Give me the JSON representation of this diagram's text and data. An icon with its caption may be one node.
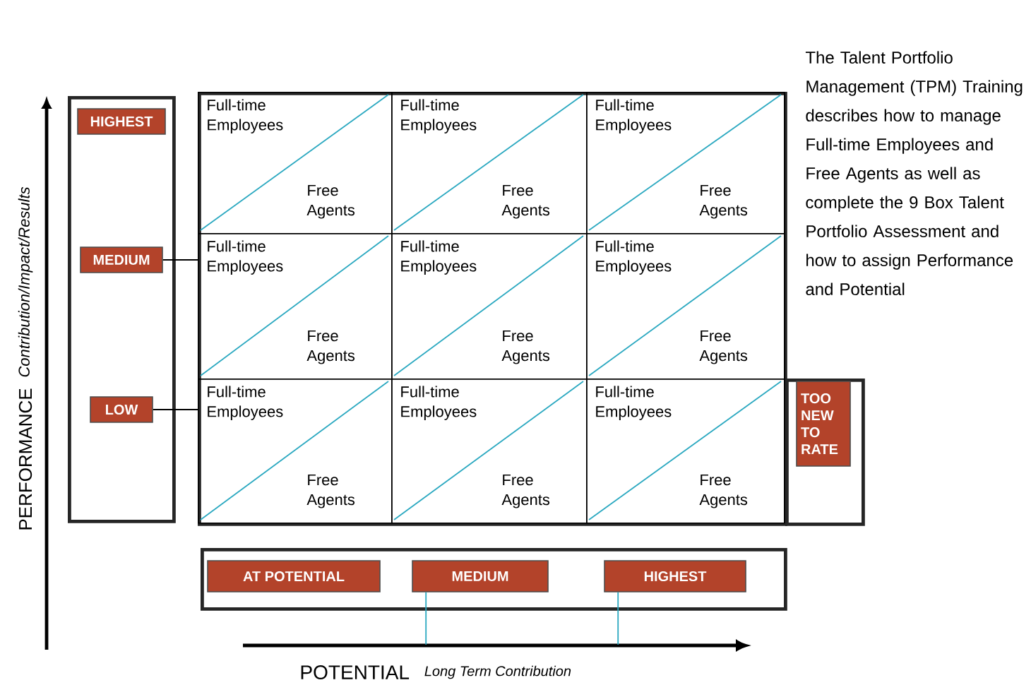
{
  "diagram": {
    "nodes": [
      {
        "text": [],
        "shape": "box"
      },
      {
        "text": [
          "HIGHEST"
        ],
        "in": 0
      },
      {
        "text": [
          "MEDIUM"
        ],
        "in": 0
      },
      {
        "text": [
          "LOW"
        ],
        "in": 0
      },
      {
        "text": [],
        "shape": "box"
      },
      {
        "text": [
          "Full-time Employees",
          "Free Agents"
        ],
        "in": 4
      },
      {
        "text": [
          "Full-time Employees",
          "Free Agents"
        ],
        "in": 4
      },
      {
        "text": [
          "Full-time Employees",
          "Free Agents"
        ],
        "in": 4
      },
      {
        "text": [
          "Full-time Employees",
          "Free Agents"
        ],
        "in": 4
      },
      {
        "text": [
          "Full-time Employees",
          "Free Agents"
        ],
        "in": 4
      },
      {
        "text": [
          "Full-time Employees",
          "Free Agents"
        ],
        "in": 4
      },
      {
        "text": [
          "Full-time Employees",
          "Free Agents"
        ],
        "in": 4
      },
      {
        "text": [
          "Full-time Employees",
          "Free Agents"
        ],
        "in": 4
      },
      {
        "text": [
          "Full-time Employees",
          "Free Agents"
        ],
        "in": 4
      },
      {
        "text": [],
        "shape": "box"
      },
      {
        "text": [
          "TOO NEW TO RATE"
        ],
        "in": 14
      },
      {
        "text": [],
        "shape": "box"
      },
      {
        "text": [
          "AT POTENTIAL"
        ],
        "in": 16
      },
      {
        "text": [
          "MEDIUM"
        ],
        "in": 16
      },
      {
        "text": [
          "HIGHEST"
        ],
        "in": 16
      }
    ],
    "edges": [
      {
        "from": 2,
        "to": 8,
        "arrow": "none"
      },
      {
        "from": 3,
        "to": 11,
        "arrow": "none"
      },
      {
        "from": 18,
        "to": null,
        "arrow": "none",
        "color": "#2aa8c0"
      },
      {
        "from": 19,
        "to": null,
        "arrow": "none",
        "color": "#2aa8c0"
      }
    ],
    "labels": [
      "The Talent Portfolio Management (TPM) Training describes how to manage Full-time Employees and Free Agents as well as complete the 9 Box Talent Portfolio Assessment and how to assign Performance and Potential",
      "PERFORMANCE",
      "Contribution/Impact/Results",
      "POTENTIAL",
      "Long Term Contribution"
    ]
  }
}
